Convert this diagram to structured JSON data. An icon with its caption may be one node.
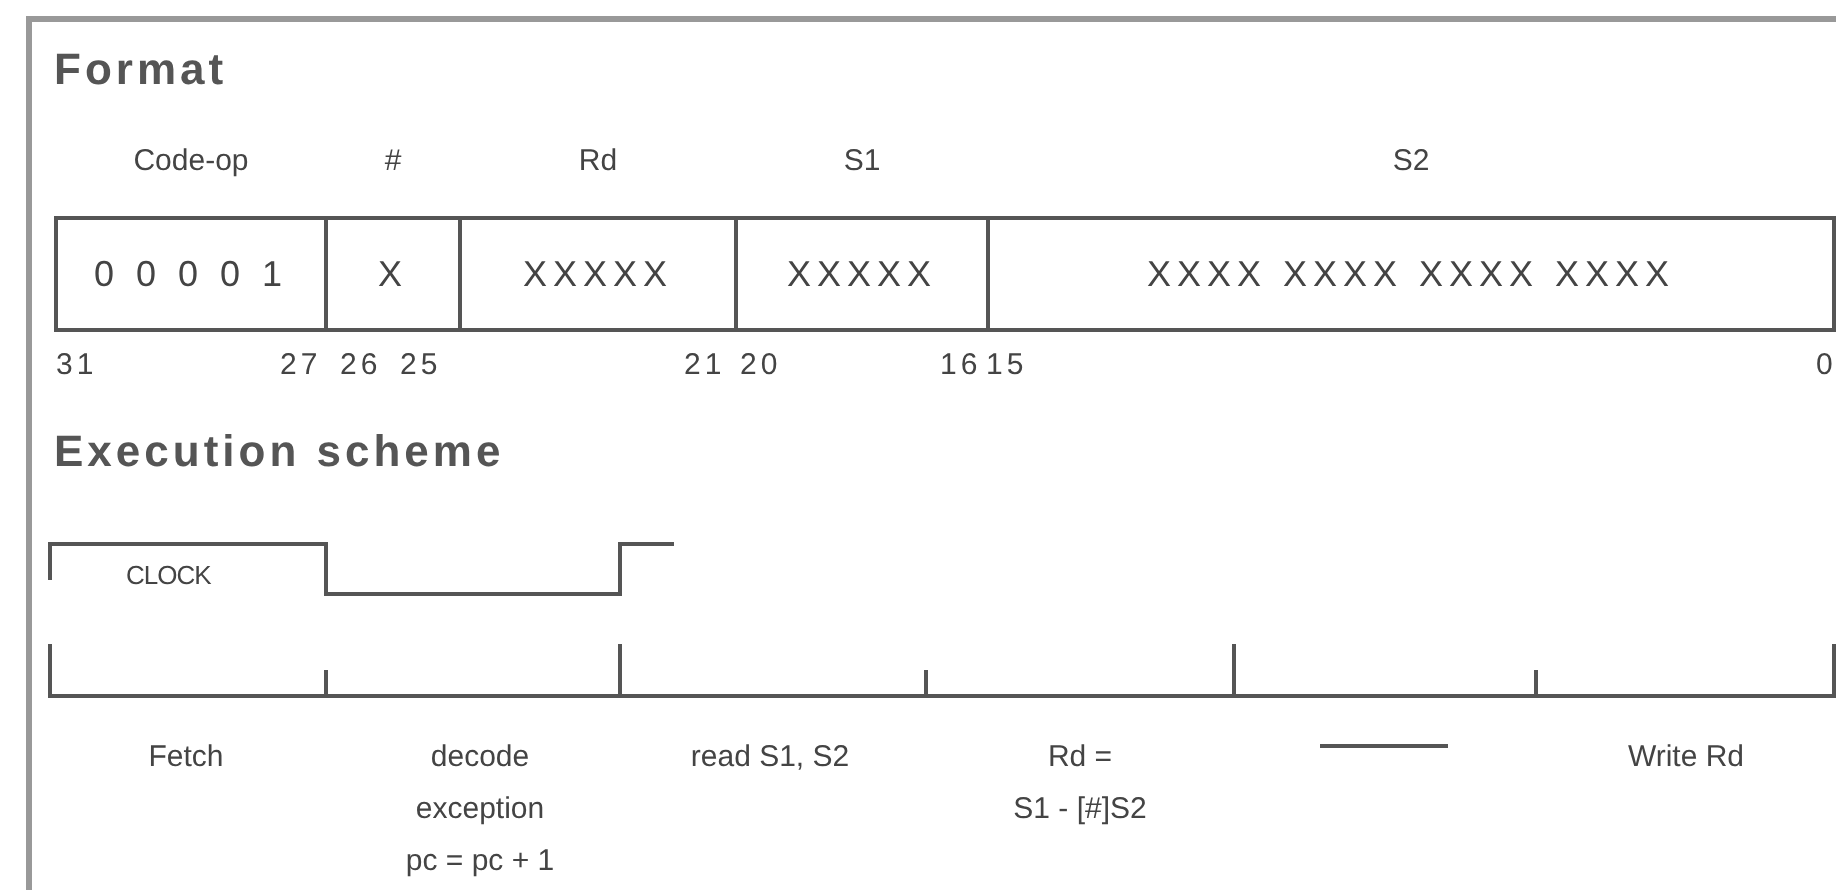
{
  "diagram": {
    "nodes": [
      {
        "text": [
          "Code-op",
          "0 0 0 0 1"
        ]
      },
      {
        "text": [
          "#",
          "X"
        ]
      },
      {
        "text": [
          "Rd",
          "XXXXX"
        ]
      },
      {
        "text": [
          "S1",
          "XXXXX"
        ]
      },
      {
        "text": [
          "S2",
          "XXXX XXXX XXXX XXXX"
        ]
      }
    ],
    "labels": [
      "Format",
      "31",
      "27",
      "26",
      "25",
      "21",
      "20",
      "16",
      "15",
      "0",
      "Execution scheme",
      "CLOCK",
      "Fetch",
      "decode",
      "read S1, S2",
      "Rd =",
      "Write Rd",
      "exception",
      "S1 - [#]S2",
      "pc = pc + 1"
    ]
  }
}
